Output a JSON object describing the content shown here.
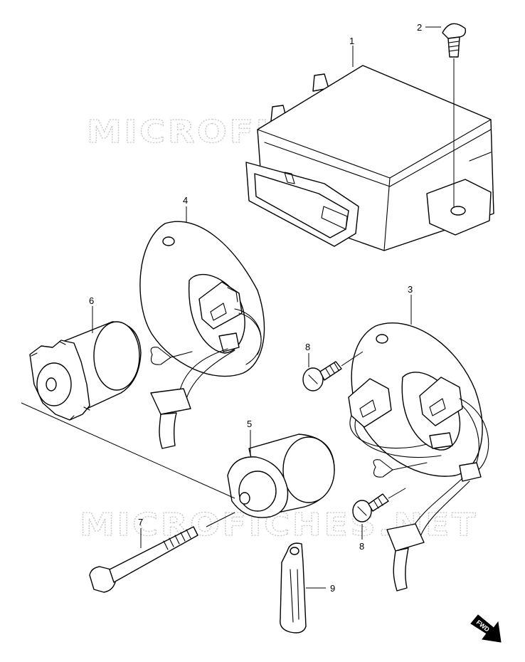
{
  "watermark": "MICROFICHES.NET",
  "fwd_label": "FWD",
  "callouts": {
    "p1": "1",
    "p2": "2",
    "p3": "3",
    "p4": "4",
    "p5": "5",
    "p6": "6",
    "p7": "7",
    "p8a": "8",
    "p8b": "8",
    "p9": "9"
  },
  "colors": {
    "line": "#000000",
    "watermark": "#c9c9c9",
    "background": "#ffffff"
  }
}
